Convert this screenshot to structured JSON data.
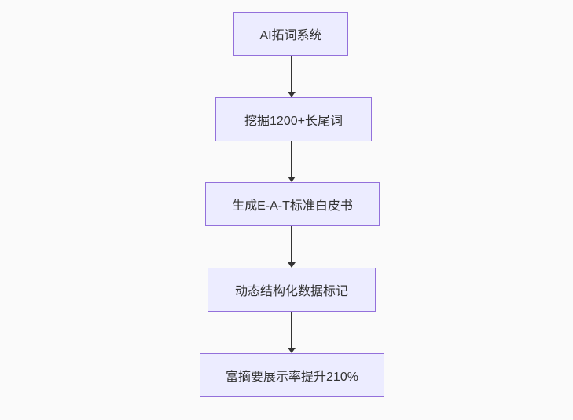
{
  "diagram": {
    "type": "flowchart",
    "direction": "top-down",
    "nodes": [
      {
        "id": "n1",
        "label": "AI拓词系统"
      },
      {
        "id": "n2",
        "label": "挖掘1200+长尾词"
      },
      {
        "id": "n3",
        "label": "生成E-A-T标准白皮书"
      },
      {
        "id": "n4",
        "label": "动态结构化数据标记"
      },
      {
        "id": "n5",
        "label": "富摘要展示率提升210%"
      }
    ],
    "edges": [
      {
        "from": "n1",
        "to": "n2",
        "style": "arrow"
      },
      {
        "from": "n2",
        "to": "n3",
        "style": "arrow"
      },
      {
        "from": "n3",
        "to": "n4",
        "style": "arrow"
      },
      {
        "from": "n4",
        "to": "n5",
        "style": "arrow"
      }
    ],
    "colors": {
      "background": "#FAFAFA",
      "node_fill": "#ECECFF",
      "node_border": "#9370DB",
      "text": "#333333",
      "arrow": "#333333"
    }
  }
}
